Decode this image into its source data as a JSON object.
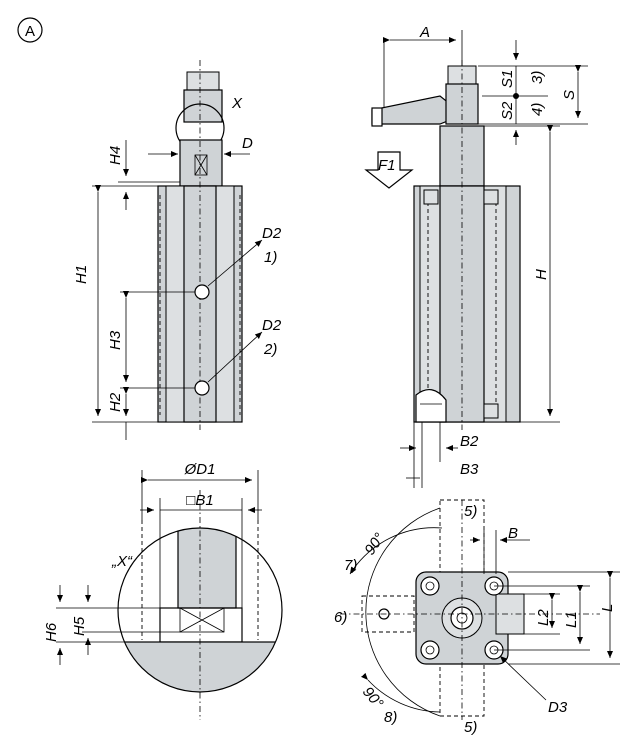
{
  "labels": {
    "view_marker": "A",
    "H1": "H1",
    "H2": "H2",
    "H3": "H3",
    "H4": "H4",
    "D": "D",
    "X": "X",
    "D2_1": "D2",
    "note_1": "1)",
    "D2_2": "D2",
    "note_2": "2)",
    "A": "A",
    "S1": "S1",
    "S2": "S2",
    "S": "S",
    "note_3": "3)",
    "note_4": "4)",
    "F1": "F1",
    "H": "H",
    "B2": "B2",
    "B3": "B3",
    "D1": "ØD1",
    "B1": "□B1",
    "detail_X": "„X“",
    "H5": "H5",
    "H6": "H6",
    "note_5_top": "5)",
    "note_5_bottom": "5)",
    "B": "B",
    "angle_top": "90°",
    "angle_bottom": "90°",
    "note_6": "6)",
    "note_7": "7)",
    "note_8": "8)",
    "L": "L",
    "L1": "L1",
    "L2": "L2",
    "D3": "D3"
  }
}
